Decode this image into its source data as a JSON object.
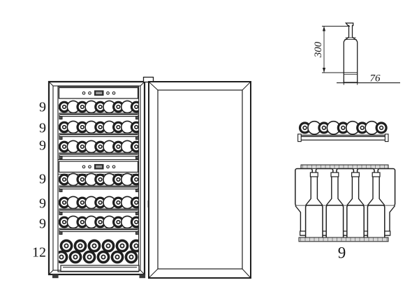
{
  "drawing": {
    "line_color": "#1f1f1f",
    "background_color": "#ffffff"
  },
  "cabinet": {
    "row_labels": [
      "9",
      "9",
      "9",
      "9",
      "9",
      "9",
      "12"
    ],
    "row_capacities": [
      9,
      9,
      9,
      9,
      9,
      9,
      12
    ]
  },
  "bottle_dimension": {
    "height_label": "300",
    "diameter_label": "76"
  },
  "shelf_front_view": {
    "bottle_count": 9
  },
  "shelf_top_view": {
    "capacity_label": "9",
    "bottle_count": 9
  }
}
